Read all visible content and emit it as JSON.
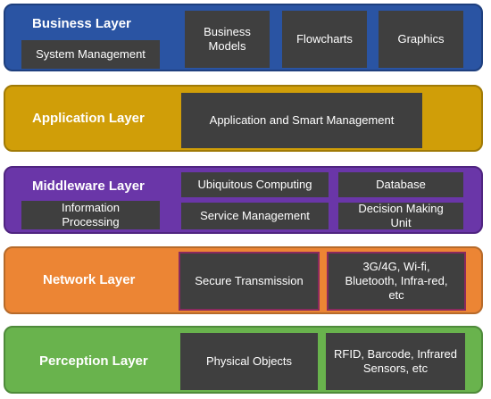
{
  "layers": {
    "business": {
      "title": "Business Layer",
      "boxes": [
        "System Management",
        "Business\nModels",
        "Flowcharts",
        "Graphics"
      ]
    },
    "application": {
      "title": "Application Layer",
      "boxes": [
        "Application and Smart Management"
      ]
    },
    "middleware": {
      "title": "Middleware Layer",
      "boxes": [
        "Information\nProcessing",
        "Ubiquitous Computing",
        "Database",
        "Service Management",
        "Decision Making\nUnit"
      ]
    },
    "network": {
      "title": "Network Layer",
      "boxes": [
        "Secure Transmission",
        "3G/4G, Wi-fi,\nBluetooth, Infra-red,\netc"
      ]
    },
    "perception": {
      "title": "Perception Layer",
      "boxes": [
        "Physical Objects",
        "RFID, Barcode, Infrared\nSensors, etc"
      ]
    }
  },
  "colors": {
    "business": "#2a54a3",
    "application": "#d09e08",
    "middleware": "#6a36a8",
    "network": "#ec8534",
    "perception": "#69b34d",
    "box": "#3f3f3f"
  }
}
